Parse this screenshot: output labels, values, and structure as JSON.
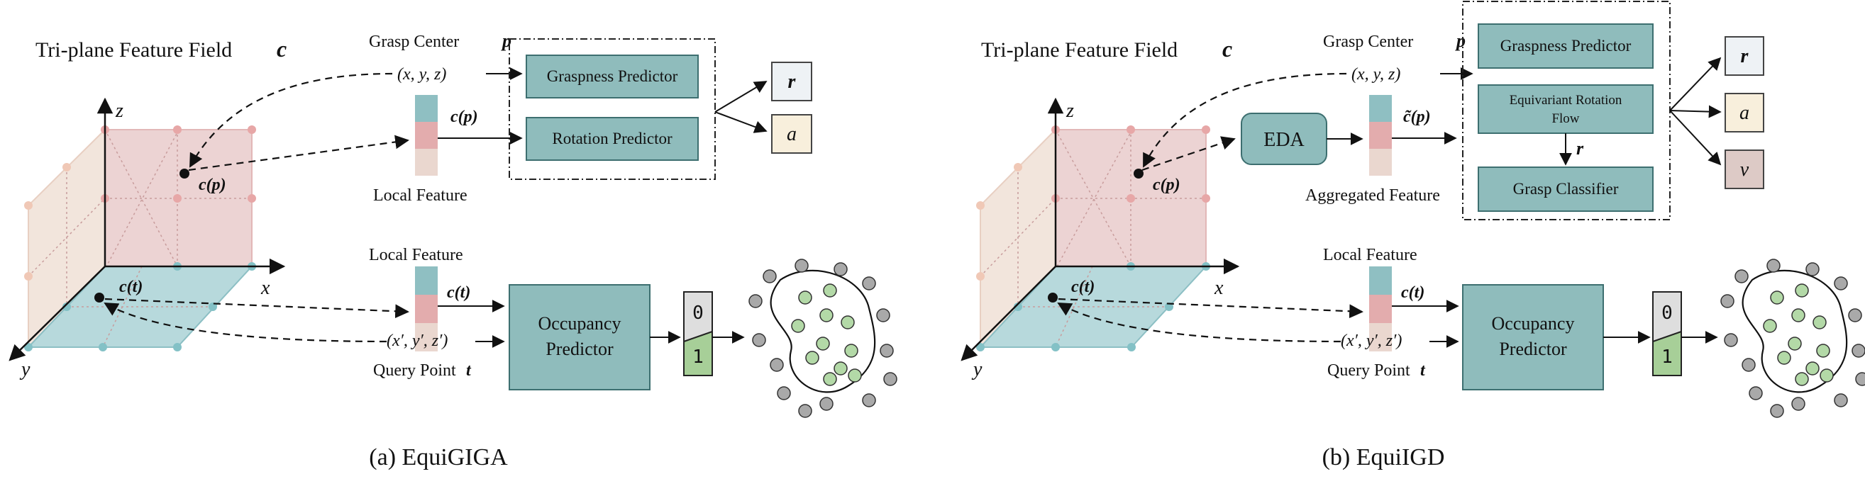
{
  "colors": {
    "teal_box": "#8fbcbc",
    "teal_box_stroke": "#3d6f70",
    "pink_face": "#ecd3d3",
    "teal_face": "#b7d9dc",
    "beige_face": "#f2e5dc",
    "pink_dot": "#e7a7a7",
    "teal_dot": "#83c1c6",
    "beige_dot": "#f0c8b6",
    "feat_teal": "#8fbfc2",
    "feat_pink": "#e3acad",
    "feat_beige": "#ead7cf",
    "out_r": "#eef2f5",
    "out_a": "#f8efdc",
    "out_v": "#ddcac6",
    "occ_zero": "#dedede",
    "occ_one": "#a7cf98",
    "point_green": "#b3d9a7",
    "point_grey": "#a9a9a9"
  },
  "panel_a": {
    "title": "Tri-plane Feature Field",
    "title_var": "c",
    "axis_z": "z",
    "axis_x": "x",
    "axis_y": "y",
    "cp_label": "c(p)",
    "ct_label": "c(t)",
    "grasp_center_label": "Grasp Center",
    "grasp_center_var": "p",
    "grasp_coords": "(x, y, z)",
    "feature_label": "c(p)",
    "feature_caption": "Local Feature",
    "graspness_predictor": "Graspness Predictor",
    "rotation_predictor": "Rotation Predictor",
    "output_r": "r",
    "output_a": "a",
    "local_feature_label": "Local Feature",
    "ct_feature_label": "c(t)",
    "occupancy_predictor_line1": "Occupancy",
    "occupancy_predictor_line2": "Predictor",
    "occ_zero": "0",
    "occ_one": "1",
    "query_coords": "(x′, y′, z′)",
    "query_point_label": "Query Point",
    "query_point_var": "t",
    "caption": "(a) EquiGIGA"
  },
  "panel_b": {
    "title": "Tri-plane Feature Field",
    "title_var": "c",
    "axis_z": "z",
    "axis_x": "x",
    "axis_y": "y",
    "cp_label": "c(p)",
    "ct_label": "c(t)",
    "grasp_center_label": "Grasp Center",
    "grasp_center_var": "p",
    "grasp_coords": "(x, y, z)",
    "eda": "EDA",
    "feature_label": "c̃(p)",
    "feature_caption": "Aggregated Feature",
    "graspness_predictor": "Graspness Predictor",
    "rotation_flow_line1": "Equivariant Rotation",
    "rotation_flow_line2": "Flow",
    "flow_r": "r",
    "grasp_classifier": "Grasp Classifier",
    "output_r": "r",
    "output_a": "a",
    "output_v": "v",
    "local_feature_label": "Local Feature",
    "ct_feature_label": "c(t)",
    "occupancy_predictor_line1": "Occupancy",
    "occupancy_predictor_line2": "Predictor",
    "occ_zero": "0",
    "occ_one": "1",
    "query_coords": "(x′, y′, z′)",
    "query_point_label": "Query Point",
    "query_point_var": "t",
    "caption": "(b) EquiIGD"
  }
}
